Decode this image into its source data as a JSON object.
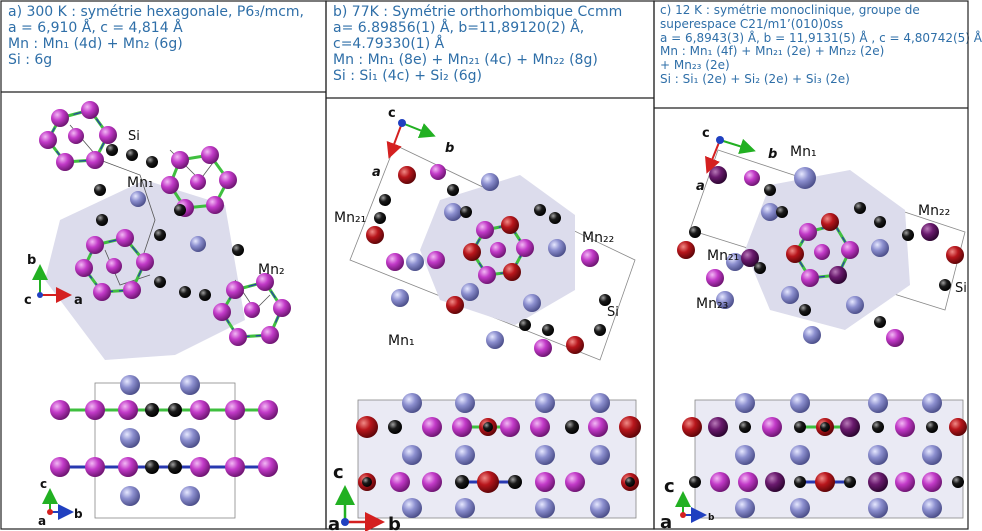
{
  "panels": [
    {
      "id": "a",
      "header": [
        "a)  300 K : symétrie hexagonale, P6₃/mcm,",
        "a = 6,910 Å, c = 4,814 Å",
        "Mn : Mn₁ (4d) +  Mn₂ (6g)",
        "Si : 6g"
      ],
      "labels": {
        "si": "Si",
        "mn1": "Mn₁",
        "mn2": "Mn₂"
      },
      "axes_top": {
        "v": "b",
        "h": "a",
        "o": "c"
      },
      "axes_bottom": {
        "v": "c",
        "h": "b",
        "o": "a"
      }
    },
    {
      "id": "b",
      "header": [
        "b) 77K : Symétrie orthorhombique Ccmm",
        "a= 6.89856(1) Å, b=11,89120(2) Å,",
        "c=4.79330(1) Å",
        "Mn : Mn₁ (8e) +  Mn₂₁ (4c)  + Mn₂₂ (8g)",
        "Si : Si₁ (4c)  + Si₂ (6g)"
      ],
      "labels": {
        "mn21": "Mn₂₁",
        "mn22": "Mn₂₂",
        "mn1": "Mn₁",
        "si": "Si"
      },
      "axes_top": {
        "v": "c",
        "h": "b",
        "o": "a"
      },
      "axes_bottom": {
        "v": "c",
        "h": "b",
        "o": "a"
      }
    },
    {
      "id": "c",
      "header": [
        "c) 12 K : symétrie monoclinique, groupe de",
        "superespace C21/m1’(010)0ss",
        "a = 6,8943(3) Å, b = 11,9131(5) Å  , c = 4,80742(5) Å",
        "Mn : Mn₁ (4f) +  Mn₂₁ (2e) + Mn₂₂ (2e)",
        "+  Mn₂₃ (2e)",
        "Si : Si₁ (2e)  + Si₂ (2e)  + Si₃ (2e)"
      ],
      "labels": {
        "mn1": "Mn₁",
        "mn22": "Mn₂₂",
        "mn21": "Mn₂₁",
        "mn23": "Mn₂₃",
        "si": "Si"
      },
      "axes_top": {
        "v": "c",
        "h": "b",
        "o": "a"
      },
      "axes_bottom": {
        "v": "c",
        "h": "b",
        "o": "a"
      }
    }
  ],
  "colors": {
    "mn_magenta": "#c23ac8",
    "mn_blue": "#8c8fcf",
    "mn_red": "#b8161c",
    "mn_purple": "#6a1a6e",
    "si_black": "#1a1a1a",
    "bond_green": "#3fbf3f",
    "bond_blue": "#2838b0",
    "shade": "#dcdcec",
    "header_text": "#2f6fa8"
  }
}
